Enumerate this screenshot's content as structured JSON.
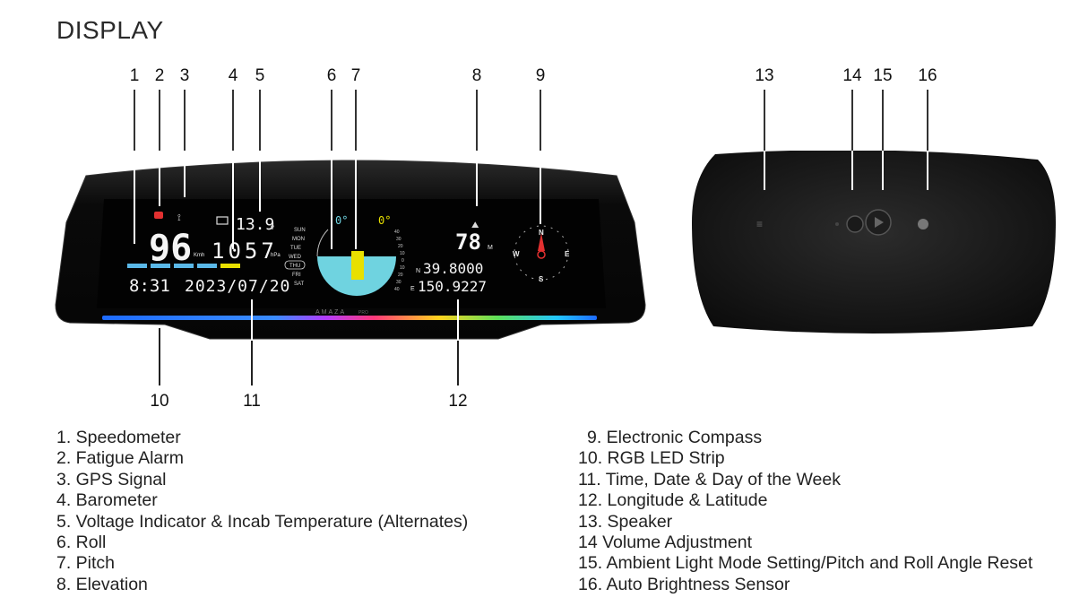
{
  "header": {
    "title": "DISPLAY"
  },
  "callouts": {
    "front": [
      "1",
      "2",
      "3",
      "4",
      "5",
      "6",
      "7",
      "8",
      "9"
    ],
    "back": [
      "13",
      "14",
      "15",
      "16"
    ],
    "bottom": [
      "10",
      "11",
      "12"
    ]
  },
  "screen": {
    "speed": "96",
    "speed_unit": "Kmh",
    "voltage": "13.9",
    "voltage_unit": "V",
    "pressure": "1057",
    "pressure_unit": "hPa",
    "time": "8:31",
    "date": "2023/07/20",
    "days": [
      "SUN",
      "MON",
      "TUE",
      "WED",
      "THU",
      "FRI",
      "SAT"
    ],
    "active_day": "THU",
    "roll": "0°",
    "pitch": "0°",
    "pitch_scale": [
      "40",
      "30",
      "20",
      "10",
      "0",
      "10",
      "20",
      "30",
      "40"
    ],
    "elevation": "78",
    "elevation_unit": "M",
    "lat_prefix": "N",
    "lat": "39.8000",
    "lon_prefix": "E",
    "lon": "150.9227",
    "compass": {
      "n": "N",
      "s": "S",
      "e": "E",
      "w": "W"
    },
    "brand": "AMAZA",
    "brand_suffix": "PRO"
  },
  "legend_left": [
    "1. Speedometer",
    "2. Fatigue Alarm",
    "3. GPS Signal",
    "4. Barometer",
    "5. Voltage Indicator & Incab Temperature (Alternates)",
    "6. Roll",
    "7. Pitch",
    "8. Elevation"
  ],
  "legend_right": [
    "9. Electronic Compass",
    "10. RGB LED Strip",
    "11. Time, Date & Day of the Week",
    "12. Longitude & Latitude",
    "13. Speaker",
    "14 Volume Adjustment",
    "15. Ambient Light Mode Setting/Pitch and Roll Angle Reset",
    "16. Auto Brightness Sensor"
  ],
  "colors": {
    "led_start": "#3a8cff",
    "led_end": "#2b7bff",
    "accent_cyan": "#6fd3e0",
    "accent_yellow": "#e8e000",
    "compass_red": "#e23030"
  }
}
